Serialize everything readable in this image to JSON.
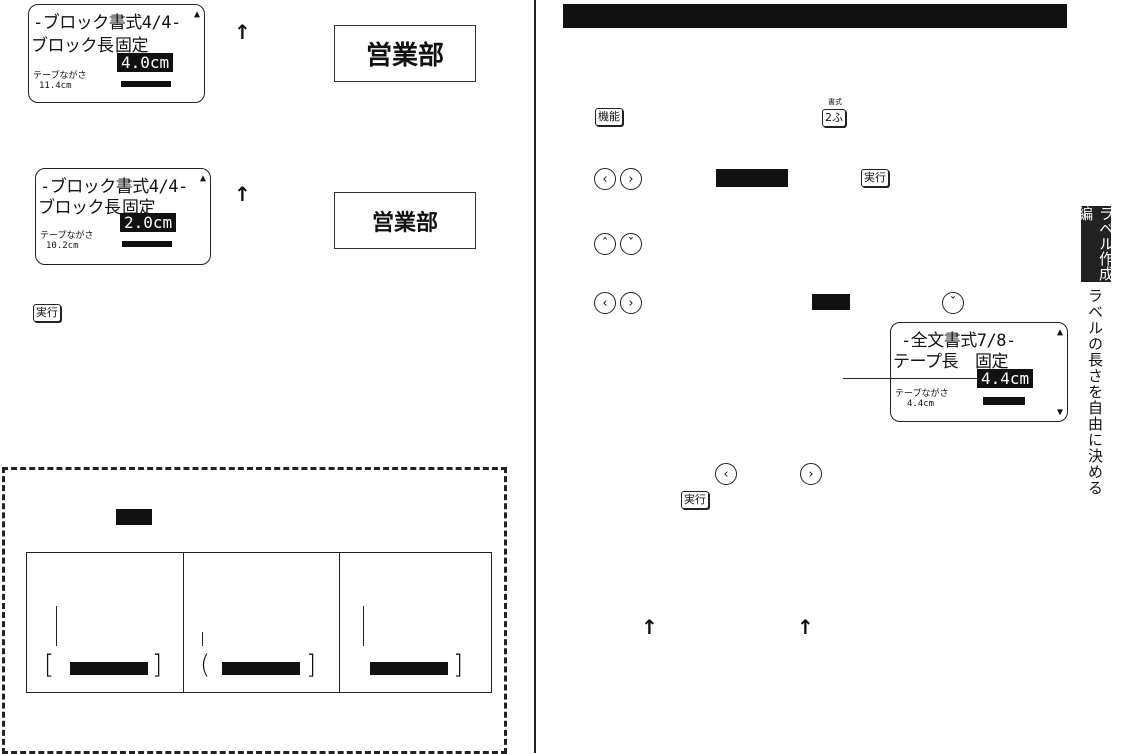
{
  "left": {
    "screen1": {
      "title": "-ブロック書式4/4-",
      "row_label": "ブロック長",
      "row_value": "固定",
      "value": "4.0cm",
      "small_label": "テープながさ",
      "small_value": "11.4cm",
      "scroll": "▲"
    },
    "screen2": {
      "title": "-ブロック書式4/4-",
      "row_label": "ブロック長",
      "row_value": "固定",
      "value": "2.0cm",
      "small_label": "テープながさ",
      "small_value": "10.2cm",
      "scroll": "▲"
    },
    "label1": "営業部",
    "label2": "営業部",
    "up_arrow": "↑",
    "exec_key": "実行"
  },
  "right": {
    "keys": {
      "kino": "機能",
      "shoshiki_small": "書式",
      "shoshiki": "2ふ",
      "exec": "実行",
      "exec2": "実行"
    },
    "screen3": {
      "title": "-全文書式7/8-",
      "row_label": "テープ長",
      "row_value": "固定",
      "value": "4.4cm",
      "small_label": "テープながさ",
      "small_value": "4.4cm",
      "scroll_up": "▲",
      "scroll_down": "▼"
    },
    "up_arrow": "↑"
  },
  "side": {
    "tab": "ラベル作成編",
    "title": "ラベルの長さを自由に決める"
  },
  "icons": {
    "left": "chevron-left",
    "right": "chevron-right",
    "up": "chevron-up",
    "down": "chevron-down"
  }
}
